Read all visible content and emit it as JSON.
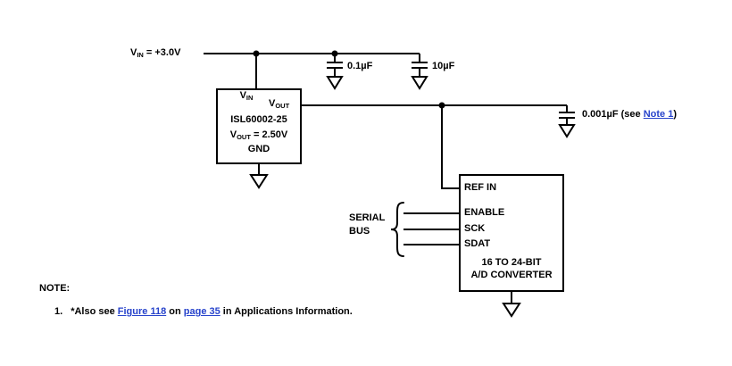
{
  "colors": {
    "wire": "#000000",
    "link": "#2743CB",
    "background": "#ffffff",
    "text": "#000000"
  },
  "source": {
    "prefix": "V",
    "sub": "IN",
    "suffix": " = +3.0V"
  },
  "caps": {
    "c1": "0.1µF",
    "c2": "10µF",
    "c3_prefix": "0.001µF (see ",
    "c3_link": "Note 1",
    "c3_suffix": ")"
  },
  "regulator": {
    "pin_vin_main": "V",
    "pin_vin_sub": "IN",
    "pin_vout_main": "V",
    "pin_vout_sub": "OUT",
    "part_number": "ISL60002-25",
    "vout_main": "V",
    "vout_sub": "OUT",
    "vout_value": " = 2.50V",
    "gnd": "GND"
  },
  "serial_bus": {
    "line1": "SERIAL",
    "line2": "BUS"
  },
  "adc": {
    "pin_ref_in": "REF IN",
    "pin_enable": "ENABLE",
    "pin_sck": "SCK",
    "pin_sdat": "SDAT",
    "name_line1": "16 TO 24-BIT",
    "name_line2": "A/D CONVERTER"
  },
  "note": {
    "heading": "NOTE:",
    "number": "1.",
    "text_prefix": "*Also see ",
    "link_figure": "Figure 118",
    "text_middle": " on ",
    "link_page": "page 35",
    "text_suffix": " in Applications Information."
  }
}
